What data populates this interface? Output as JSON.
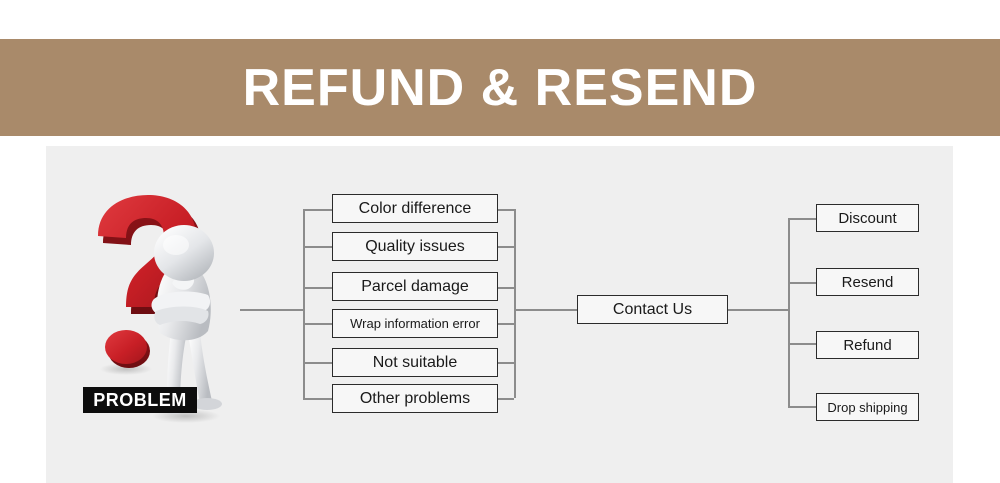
{
  "banner": {
    "title": "REFUND & RESEND",
    "background_color": "#a98a6a",
    "text_color": "#ffffff"
  },
  "panel": {
    "background_color": "#efefef"
  },
  "problem": {
    "icon": "question-mark-thinking-person",
    "label": "PROBLEM",
    "label_background_color": "#0d0d0d",
    "label_text_color": "#ffffff",
    "question_mark_color": "#cf2027"
  },
  "diagram": {
    "type": "tree",
    "node_border_color": "#2b2b2b",
    "node_fill_color": "#f7f7f7",
    "connector_color": "#8c8c8c",
    "problem_reasons": [
      {
        "label": "Color difference"
      },
      {
        "label": "Quality issues"
      },
      {
        "label": "Parcel damage"
      },
      {
        "label": "Wrap information error"
      },
      {
        "label": "Not suitable"
      },
      {
        "label": "Other problems"
      }
    ],
    "hub": {
      "label": "Contact Us"
    },
    "solutions": [
      {
        "label": "Discount"
      },
      {
        "label": "Resend"
      },
      {
        "label": "Refund"
      },
      {
        "label": "Drop shipping"
      }
    ]
  }
}
